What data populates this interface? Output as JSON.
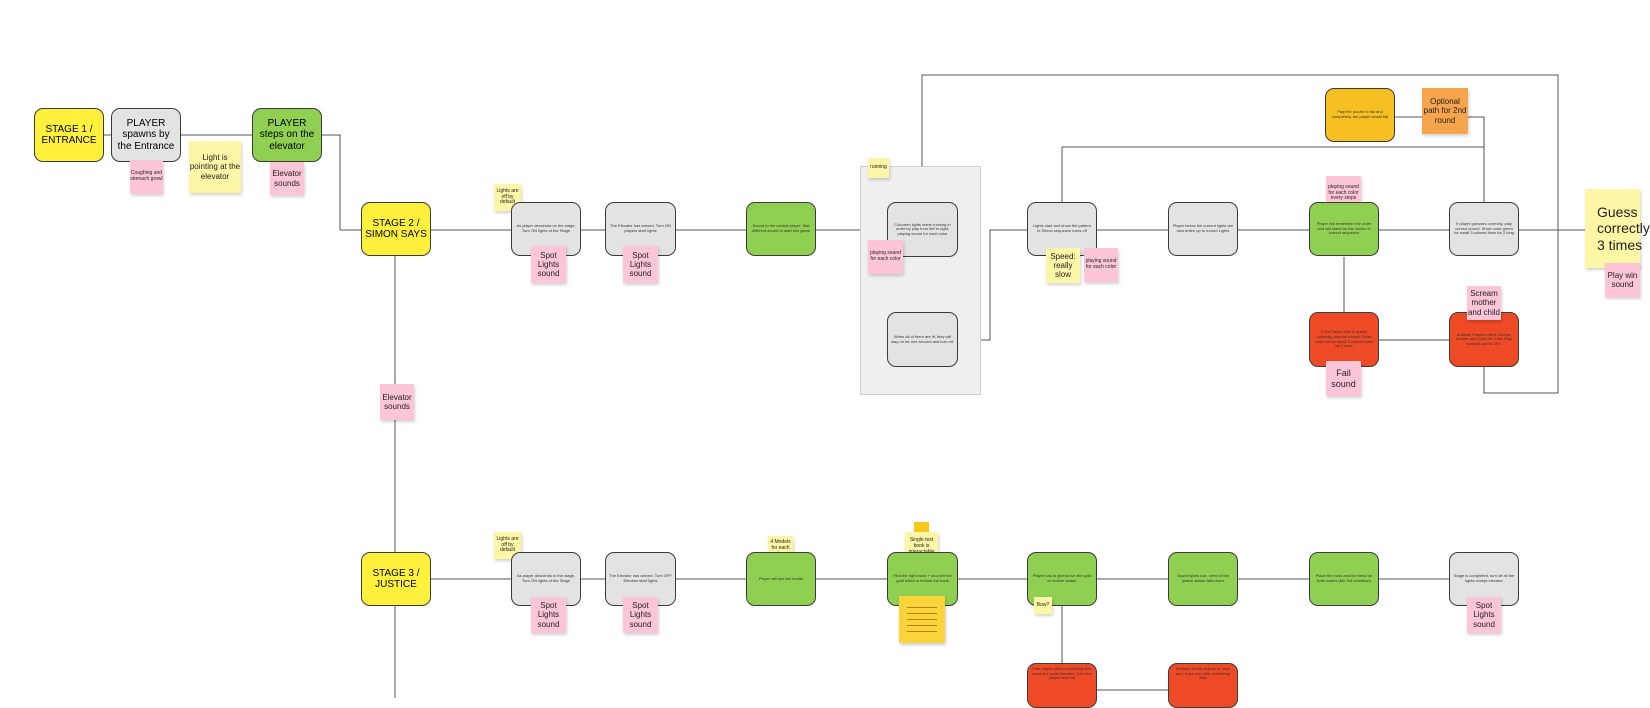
{
  "stages": {
    "s1": "STAGE 1 / ENTRANCE",
    "s2": "STAGE 2 / SIMON SAYS",
    "s3": "STAGE 3 / JUSTICE"
  },
  "row1": {
    "spawn": "PLAYER spawns by the Entrance",
    "elevator": "PLAYER steps on the elevator",
    "note_coughing": "Coughing and stomach growl",
    "note_light": "Light is pointing at the elevator",
    "note_elev": "Elevator sounds"
  },
  "row2": {
    "n1": "As player descends on the stage, Turn ON lights of the Stage",
    "n2": "The Elevator has arrived. Turn ON players start lights",
    "n3": "Sound to the central player. Stat different-sound to start this game",
    "n4": "Coloured lights starts running in order by play from left to right, playing sound for each color",
    "n5": "When all of them are lit, they will stay on for one second and turn off.",
    "n6": "Lights start and show the pattern in Simon sequence turns off",
    "n7": "Player below the current lights are now entire up to turned Lights",
    "n8": "Player will remember the order and will stand on the circles in correct sequence",
    "n9": "If player guesses correctly, play correct sound. Show color green for small 3 colored lines for 2 long",
    "fail": "If the Player fails to guess correctly, play fail sound. Show color red for small 3 colored lines for 2 secs",
    "scream_box": "Activate Flames effect Scream mother and Child for 3 sec Play scream sound SFX",
    "play_again": "Play the puzzle to fail and completely, the player would fall",
    "note_lights_off": "Lights are off by default",
    "note_spot1": "Spot Lights sound",
    "note_spot2": "Spot Lights sound",
    "note_running": "running",
    "note_play_sound": "playing sound for each color",
    "note_speed": "Speed: really slow",
    "note_play_sound2": "playing sound for each color",
    "note_play_sound3": "playing sound for each color every steps",
    "note_optional": "Optional path for 2nd round",
    "note_scream": "Scream mother and child",
    "note_fail": "Fail sound",
    "note_guess": "Guess correctly 3 times",
    "note_win": "Play win sound",
    "note_elev": "Elevator sounds"
  },
  "row3": {
    "n1": "As player descends to the stage, Turn ON lights of the Stage",
    "n2": "The Elevator has arrived. Turn OFF Elevator start lights",
    "n3": "Player will see the model",
    "n4": "Find the right book + uncover the gold which is behind the book",
    "n5": "Player has to give/prove the gold to mother statue",
    "n6": "Sound gives cue, need of the justice statue falls down",
    "n7": "Place the book and the head on both scales (Mo Tell condition)",
    "n8": "Stage is completed, turn off all the lights except elevator",
    "fail1": "If the player offers something else, show the scale hammer. Give the player level all",
    "fail2": "Release all the objects in hand and, if yes you offer something else",
    "note_lights_off": "Lights are off by default",
    "note_spot1": "Spot Lights sound",
    "note_spot2": "Spot Lights sound",
    "note_models": "4 Models for each step",
    "note_interact": "Single text book is interactable",
    "note_bow": "Bow?",
    "note_spot3": "Spot Lights sound"
  },
  "colors": {
    "stage_yellow": "#fef03b",
    "node_grey": "#e3e3e3",
    "node_green": "#8fcf51",
    "node_red": "#ef4a26",
    "node_amber": "#f6c022",
    "sticky_pink": "#fdc6d8",
    "sticky_yellow": "#fdf6a6",
    "sticky_orange": "#f7a54c"
  },
  "icons": {
    "notes": "sticky-notes-stack-icon"
  }
}
